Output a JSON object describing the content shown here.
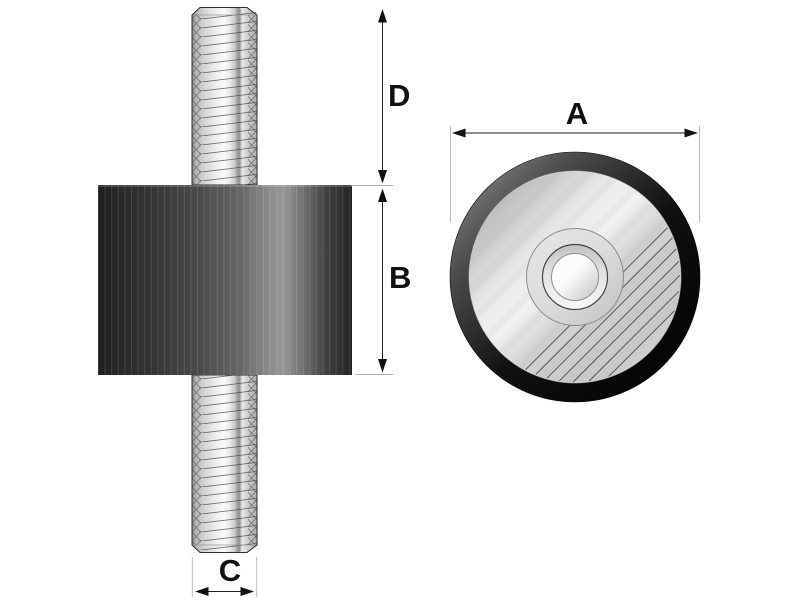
{
  "dimension_labels": {
    "A": "A",
    "B": "B",
    "C": "C",
    "D": "D"
  },
  "colors": {
    "background": "#ffffff",
    "dimension_line": "#1f1f1f",
    "extension_line": "#b5b5b5",
    "label_text": "#111111",
    "rubber_body_dark": "#232323",
    "rubber_body_highlight": "#979797",
    "outer_ring_black": "#000000",
    "metal_bright": "#f7f7f7",
    "hatch_line": "#5a5a5a"
  }
}
